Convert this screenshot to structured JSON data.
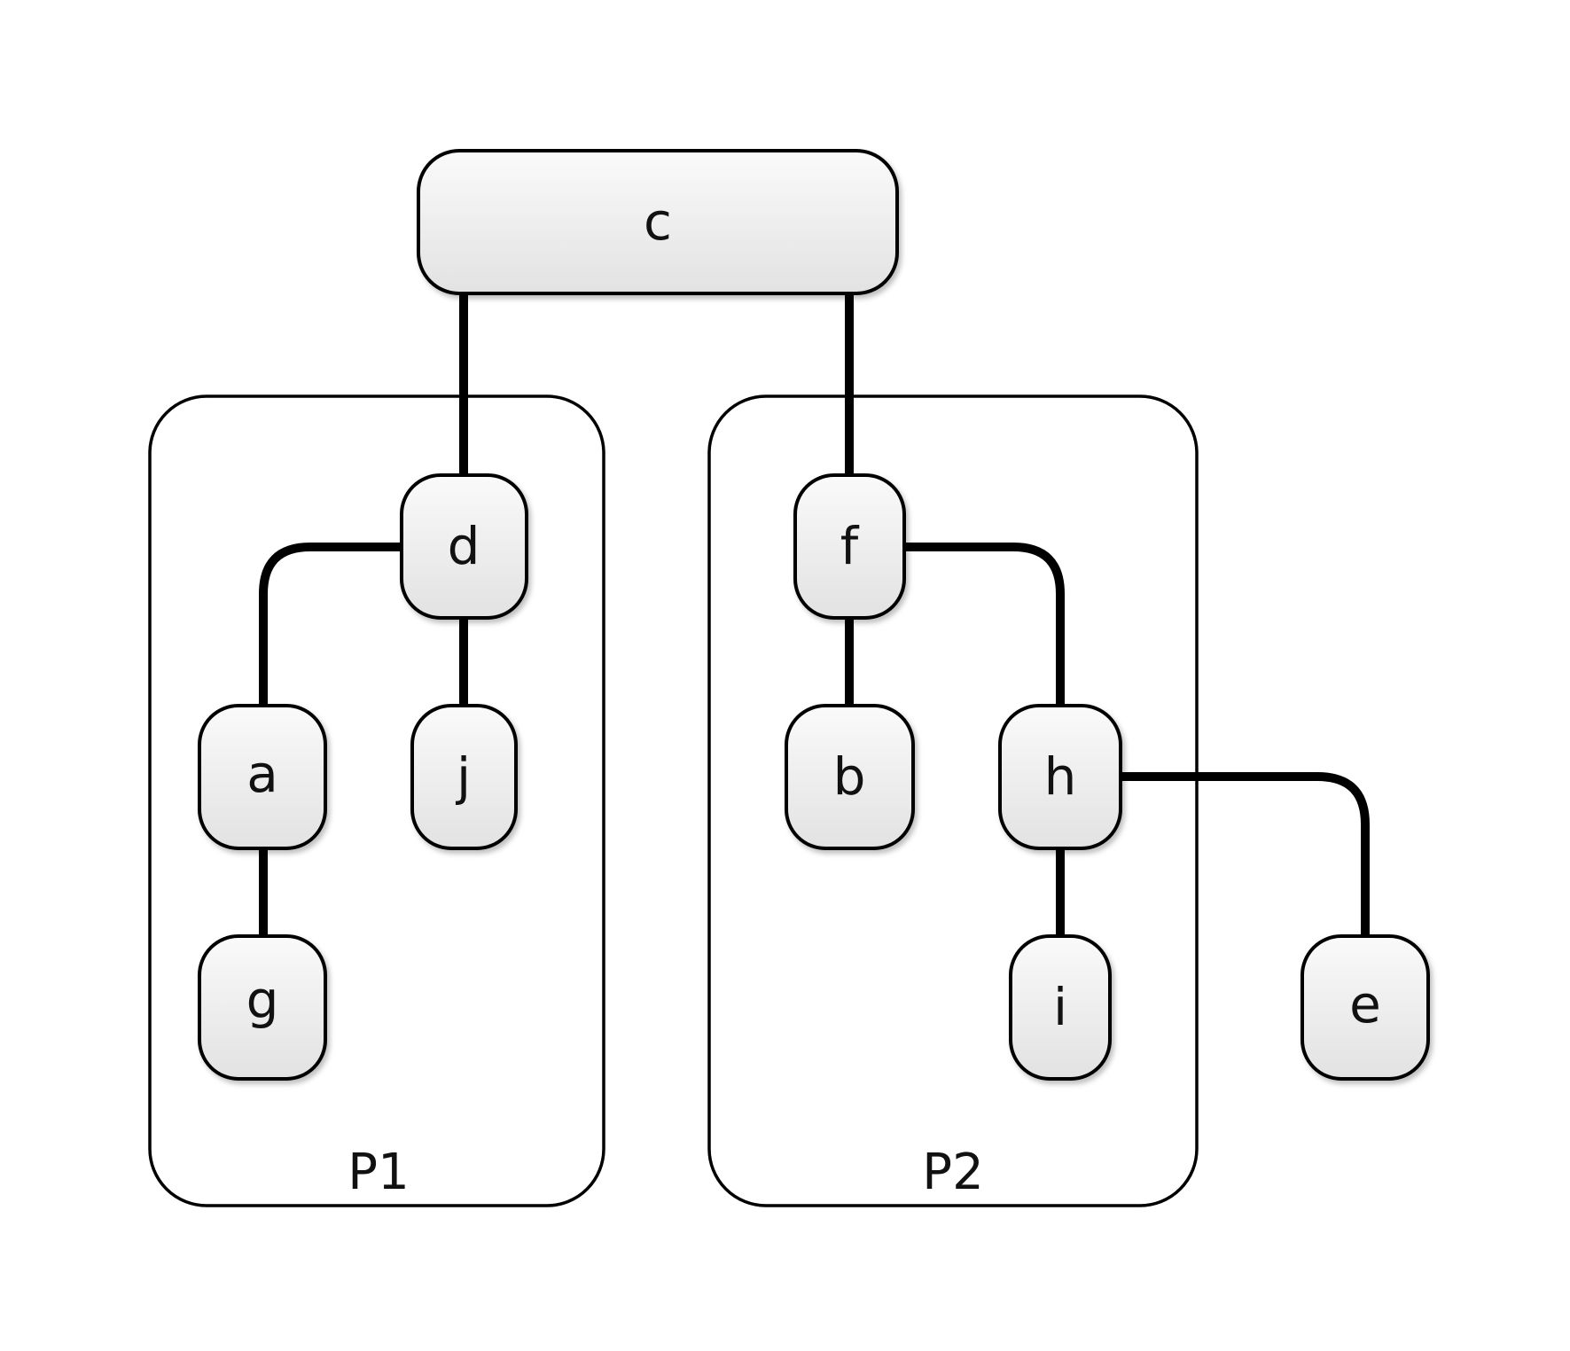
{
  "diagram": {
    "nodes": {
      "c": {
        "label": "c"
      },
      "d": {
        "label": "d"
      },
      "f": {
        "label": "f"
      },
      "a": {
        "label": "a"
      },
      "j": {
        "label": "j"
      },
      "b": {
        "label": "b"
      },
      "h": {
        "label": "h"
      },
      "g": {
        "label": "g"
      },
      "i": {
        "label": "i"
      },
      "e": {
        "label": "e"
      }
    },
    "groups": {
      "p1": {
        "label": "P1",
        "members": [
          "d",
          "a",
          "j",
          "g"
        ]
      },
      "p2": {
        "label": "P2",
        "members": [
          "f",
          "b",
          "h",
          "i"
        ]
      }
    },
    "edges": [
      {
        "from": "c",
        "to": "d"
      },
      {
        "from": "c",
        "to": "f"
      },
      {
        "from": "d",
        "to": "a"
      },
      {
        "from": "d",
        "to": "j"
      },
      {
        "from": "a",
        "to": "g"
      },
      {
        "from": "f",
        "to": "b"
      },
      {
        "from": "f",
        "to": "h"
      },
      {
        "from": "h",
        "to": "i"
      },
      {
        "from": "h",
        "to": "e"
      }
    ],
    "colors": {
      "stroke": "#000000",
      "node_fill_top": "#fafafa",
      "node_fill_bottom": "#e2e2e2",
      "background": "#ffffff"
    }
  }
}
